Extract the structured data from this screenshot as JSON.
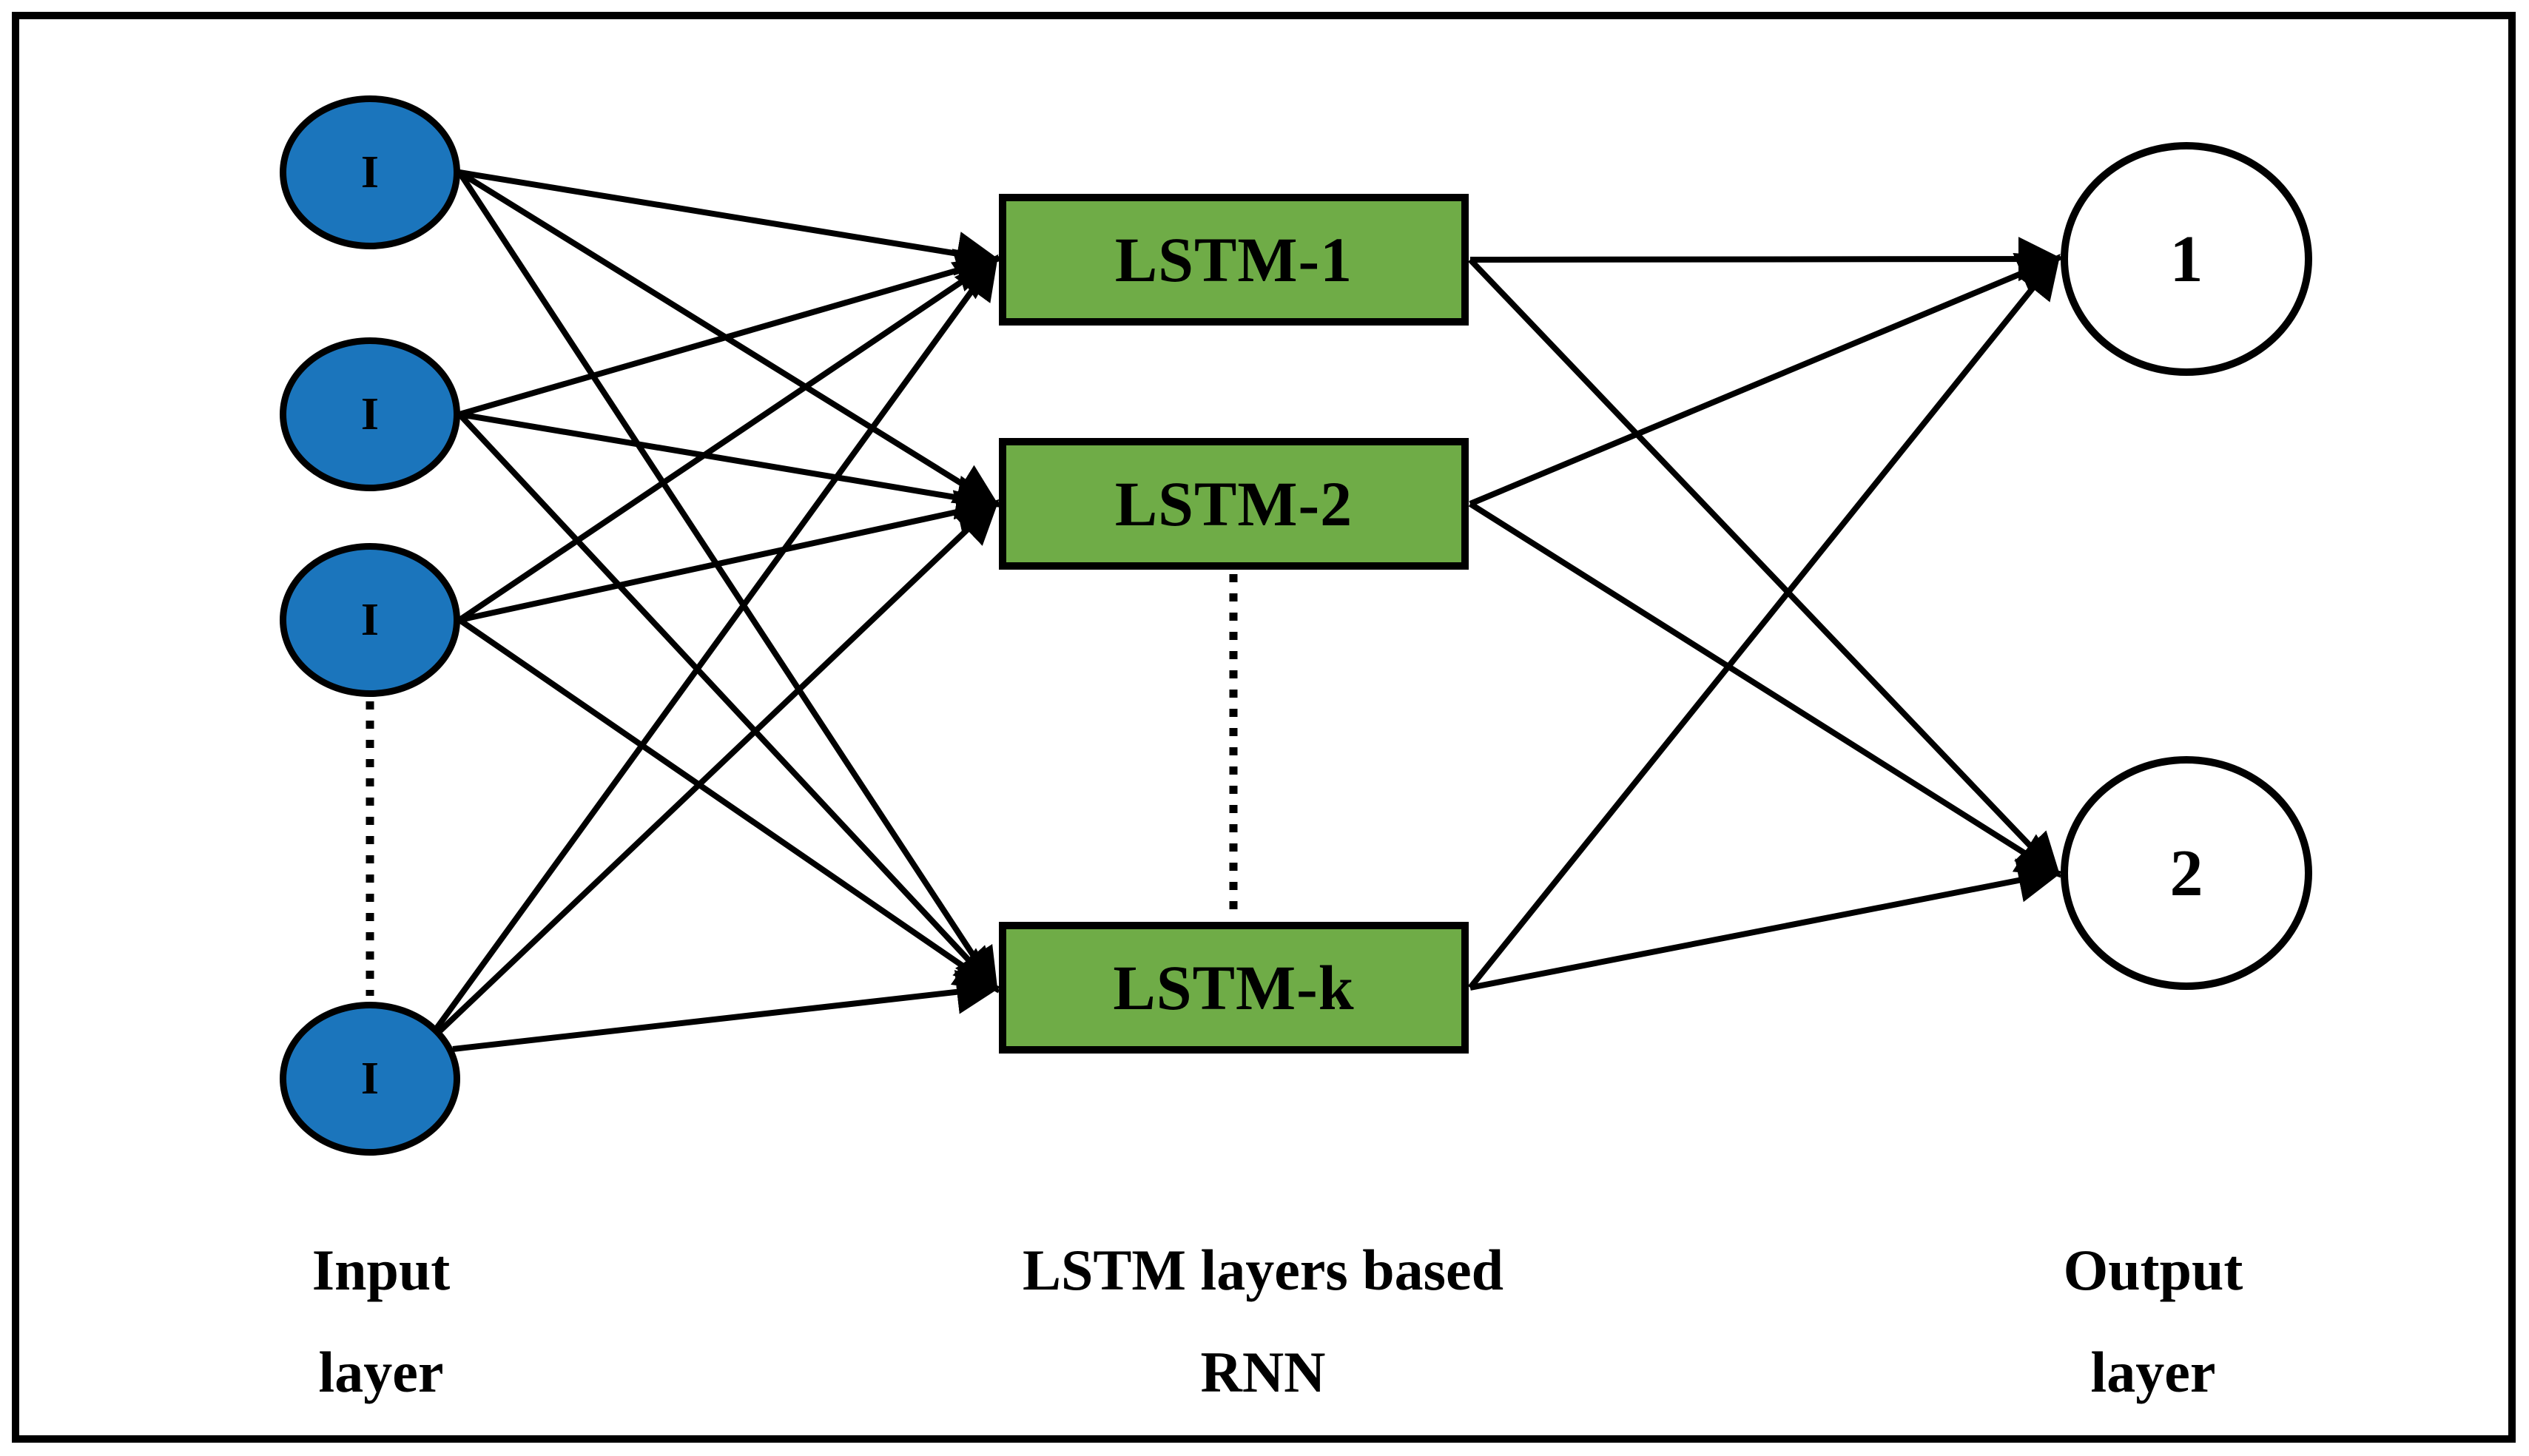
{
  "diagram": {
    "kind": "neural-network-architecture",
    "colors": {
      "input_node_fill": "#1B75BC",
      "lstm_box_fill": "#6FAC47",
      "output_node_fill": "#FFFFFF",
      "outline": "#000000"
    },
    "input_layer": {
      "caption_line1": "Input",
      "caption_line2": "layer",
      "nodes": [
        {
          "label": "I"
        },
        {
          "label": "I"
        },
        {
          "label": "I"
        },
        {
          "label": "I"
        }
      ]
    },
    "lstm_layer": {
      "caption_line1": "LSTM layers based",
      "caption_line2": "RNN",
      "nodes": [
        {
          "label": "LSTM-1"
        },
        {
          "label": "LSTM-2"
        },
        {
          "label": "LSTM-k"
        }
      ]
    },
    "output_layer": {
      "caption_line1": "Output",
      "caption_line2": "layer",
      "nodes": [
        {
          "label": "1"
        },
        {
          "label": "2"
        }
      ]
    }
  }
}
